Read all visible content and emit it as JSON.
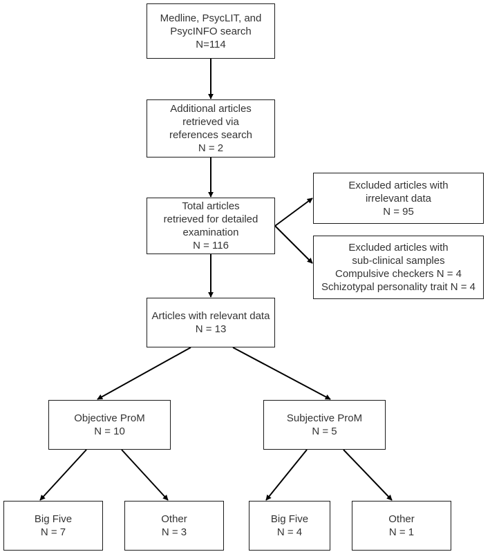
{
  "nodes": [
    {
      "id": "search",
      "lines": [
        "Medline, PsycLIT, and",
        "PsycINFO search",
        "N=114"
      ]
    },
    {
      "id": "additional",
      "lines": [
        "Additional articles",
        "retrieved via",
        "references search",
        "N = 2"
      ]
    },
    {
      "id": "total",
      "lines": [
        "Total articles",
        "retrieved for detailed",
        "examination",
        "N = 116"
      ]
    },
    {
      "id": "excl-irrelevant",
      "lines": [
        "Excluded articles with",
        "irrelevant data",
        "N = 95"
      ]
    },
    {
      "id": "excl-subclinical",
      "lines": [
        "Excluded articles with",
        "sub-clinical samples",
        "Compulsive checkers N = 4",
        "Schizotypal personality trait N = 4"
      ]
    },
    {
      "id": "relevant",
      "lines": [
        "Articles with relevant data",
        "N = 13"
      ]
    },
    {
      "id": "objective",
      "lines": [
        "Objective ProM",
        "N = 10"
      ]
    },
    {
      "id": "subjective",
      "lines": [
        "Subjective ProM",
        "N = 5"
      ]
    },
    {
      "id": "obj-bigfive",
      "lines": [
        "Big Five",
        "N = 7"
      ]
    },
    {
      "id": "obj-other",
      "lines": [
        "Other",
        "N = 3"
      ]
    },
    {
      "id": "subj-bigfive",
      "lines": [
        "Big Five",
        "N = 4"
      ]
    },
    {
      "id": "subj-other",
      "lines": [
        "Other",
        "N = 1"
      ]
    }
  ],
  "edges": [
    {
      "from": "search",
      "to": "additional"
    },
    {
      "from": "additional",
      "to": "total"
    },
    {
      "from": "total",
      "to": "excl-irrelevant"
    },
    {
      "from": "total",
      "to": "excl-subclinical"
    },
    {
      "from": "total",
      "to": "relevant"
    },
    {
      "from": "relevant",
      "to": "objective"
    },
    {
      "from": "relevant",
      "to": "subjective"
    },
    {
      "from": "objective",
      "to": "obj-bigfive"
    },
    {
      "from": "objective",
      "to": "obj-other"
    },
    {
      "from": "subjective",
      "to": "subj-bigfive"
    },
    {
      "from": "subjective",
      "to": "subj-other"
    }
  ]
}
